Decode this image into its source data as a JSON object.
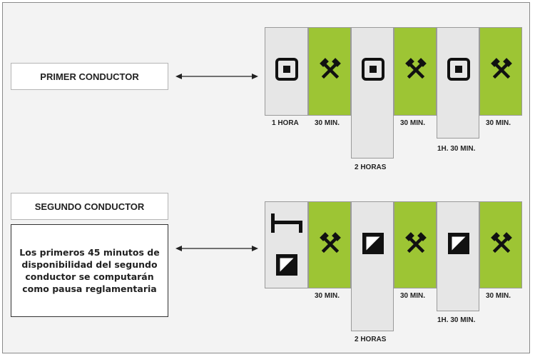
{
  "first_driver": {
    "label": "PRIMER CONDUCTOR",
    "captions": {
      "rest_1": "1 HORA",
      "work_1": "30 MIN.",
      "rest_2": "2 HORAS",
      "work_2": "30 MIN.",
      "rest_3": "1H. 30 MIN.",
      "work_3": "30 MIN."
    }
  },
  "second_driver": {
    "label": "SEGUNDO CONDUCTOR",
    "note": "Los primeros 45 minutos de disponibilidad del segundo conductor se computarán como pausa reglamentaria",
    "captions": {
      "work_1": "30 MIN.",
      "rest_2": "2 HORAS",
      "work_2": "30 MIN.",
      "rest_3": "1H. 30 MIN.",
      "work_3": "30 MIN."
    }
  },
  "icons": {
    "rest": "rest-square-icon",
    "work": "crossed-hammers-icon",
    "availability": "availability-square-icon",
    "bed": "bed-icon"
  },
  "colors": {
    "work": "#9dc534",
    "rest": "#e6e6e6"
  }
}
